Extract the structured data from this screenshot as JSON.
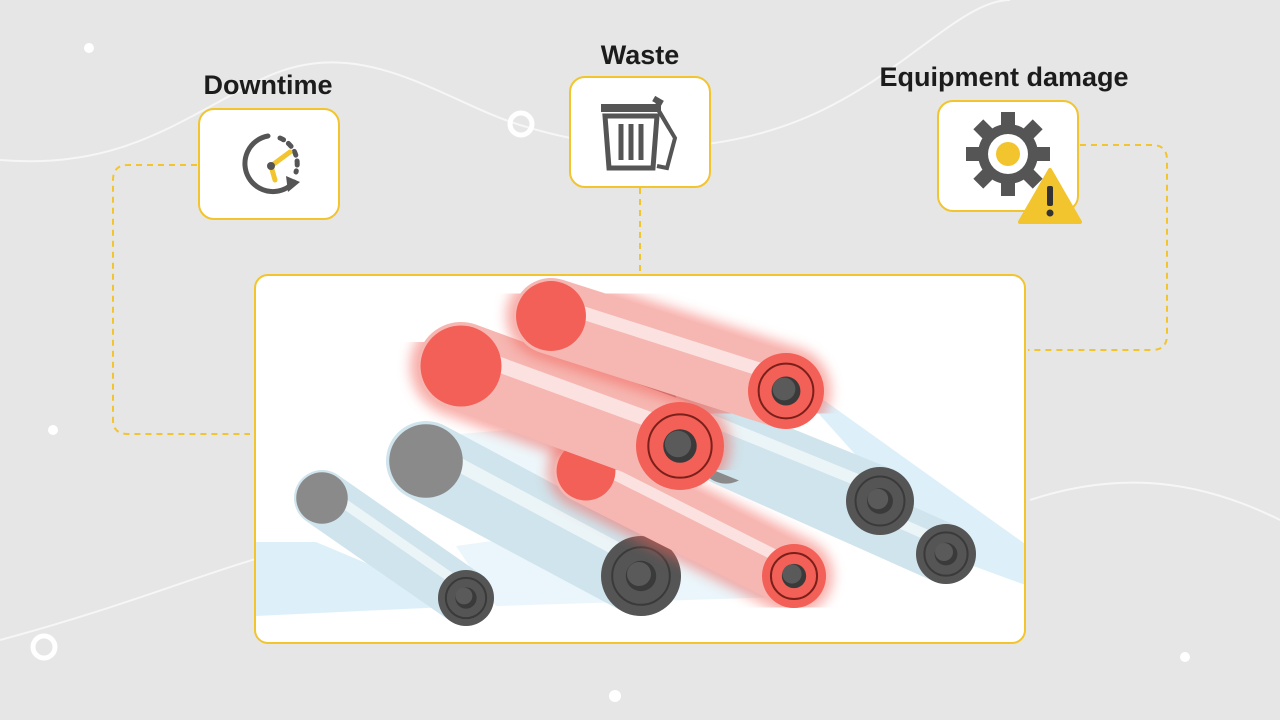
{
  "labels": {
    "downtime": "Downtime",
    "waste": "Waste",
    "equipment_damage": "Equipment damage"
  },
  "icons": {
    "downtime": "clock-arrow-icon",
    "waste": "trash-bin-icon",
    "equipment_damage": "gear-warning-icon",
    "warning": "warning-triangle-icon"
  },
  "colors": {
    "background": "#e6e6e6",
    "accent": "#f2c42d",
    "icon_dark": "#555555",
    "roller_hot": "#f26057",
    "roller_normal": "#cfe4ec",
    "roller_cap": "#555555"
  },
  "rollers": [
    {
      "state": "normal"
    },
    {
      "state": "normal"
    },
    {
      "state": "hot"
    },
    {
      "state": "normal"
    },
    {
      "state": "normal"
    },
    {
      "state": "hot"
    },
    {
      "state": "hot"
    }
  ]
}
